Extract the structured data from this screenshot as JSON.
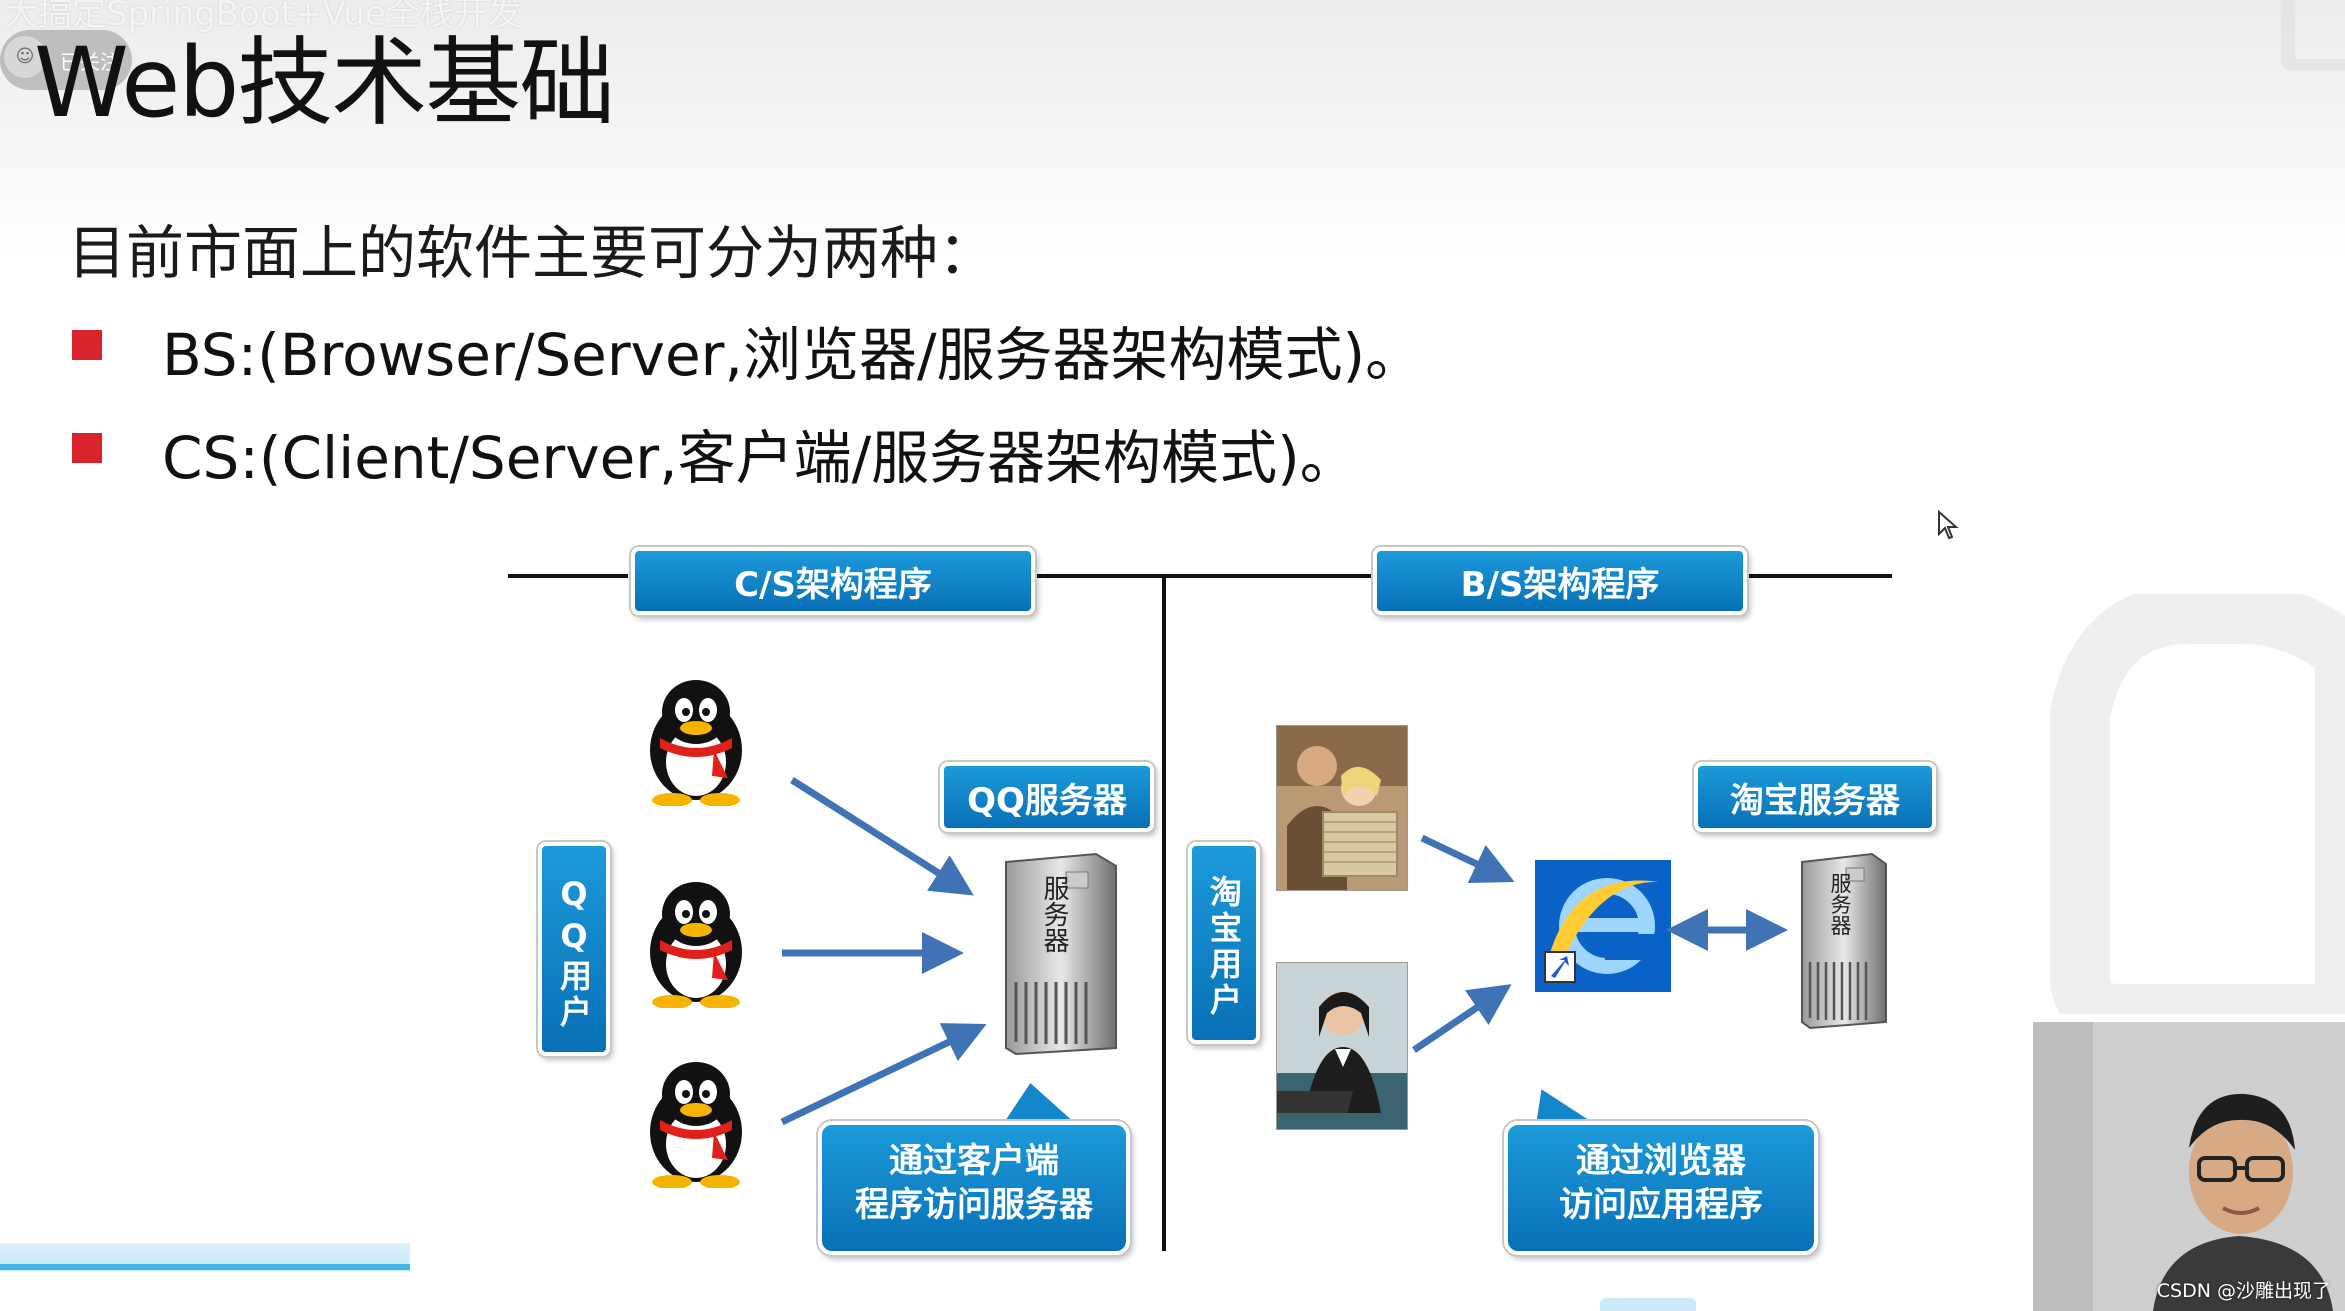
{
  "video": {
    "top_title": "大搞定SpringBoot+Vue全栈开发",
    "follow_status": "已关注",
    "credit": "CSDN @沙雕出现了"
  },
  "slide": {
    "title": "Web技术基础",
    "intro": "目前市面上的软件主要可分为两种：",
    "bullets": [
      "BS:(Browser/Server,浏览器/服务器架构模式)。",
      "CS:(Client/Server,客户端/服务器架构模式)。"
    ]
  },
  "diagram": {
    "cs_header": "C/S架构程序",
    "bs_header": "B/S架构程序",
    "qq_user_label": "QQ用户",
    "qq_server_label": "QQ服务器",
    "server_glyph_text": "服务器",
    "cs_callout": [
      "通过客户端",
      "程序访问服务器"
    ],
    "taobao_user_label": "淘宝用户",
    "taobao_server_label": "淘宝服务器",
    "bs_callout": [
      "通过浏览器",
      "访问应用程序"
    ]
  },
  "icons": {
    "bullet": "red-square-icon",
    "client": "qq-penguin-icon",
    "server": "server-tower-icon",
    "browser": "internet-explorer-icon",
    "cursor": "mouse-cursor-icon"
  },
  "colors": {
    "accent_blue": "#0a7cc4",
    "bullet_red": "#d9232c",
    "progress": "#45b4e6"
  },
  "progress": 0.175
}
